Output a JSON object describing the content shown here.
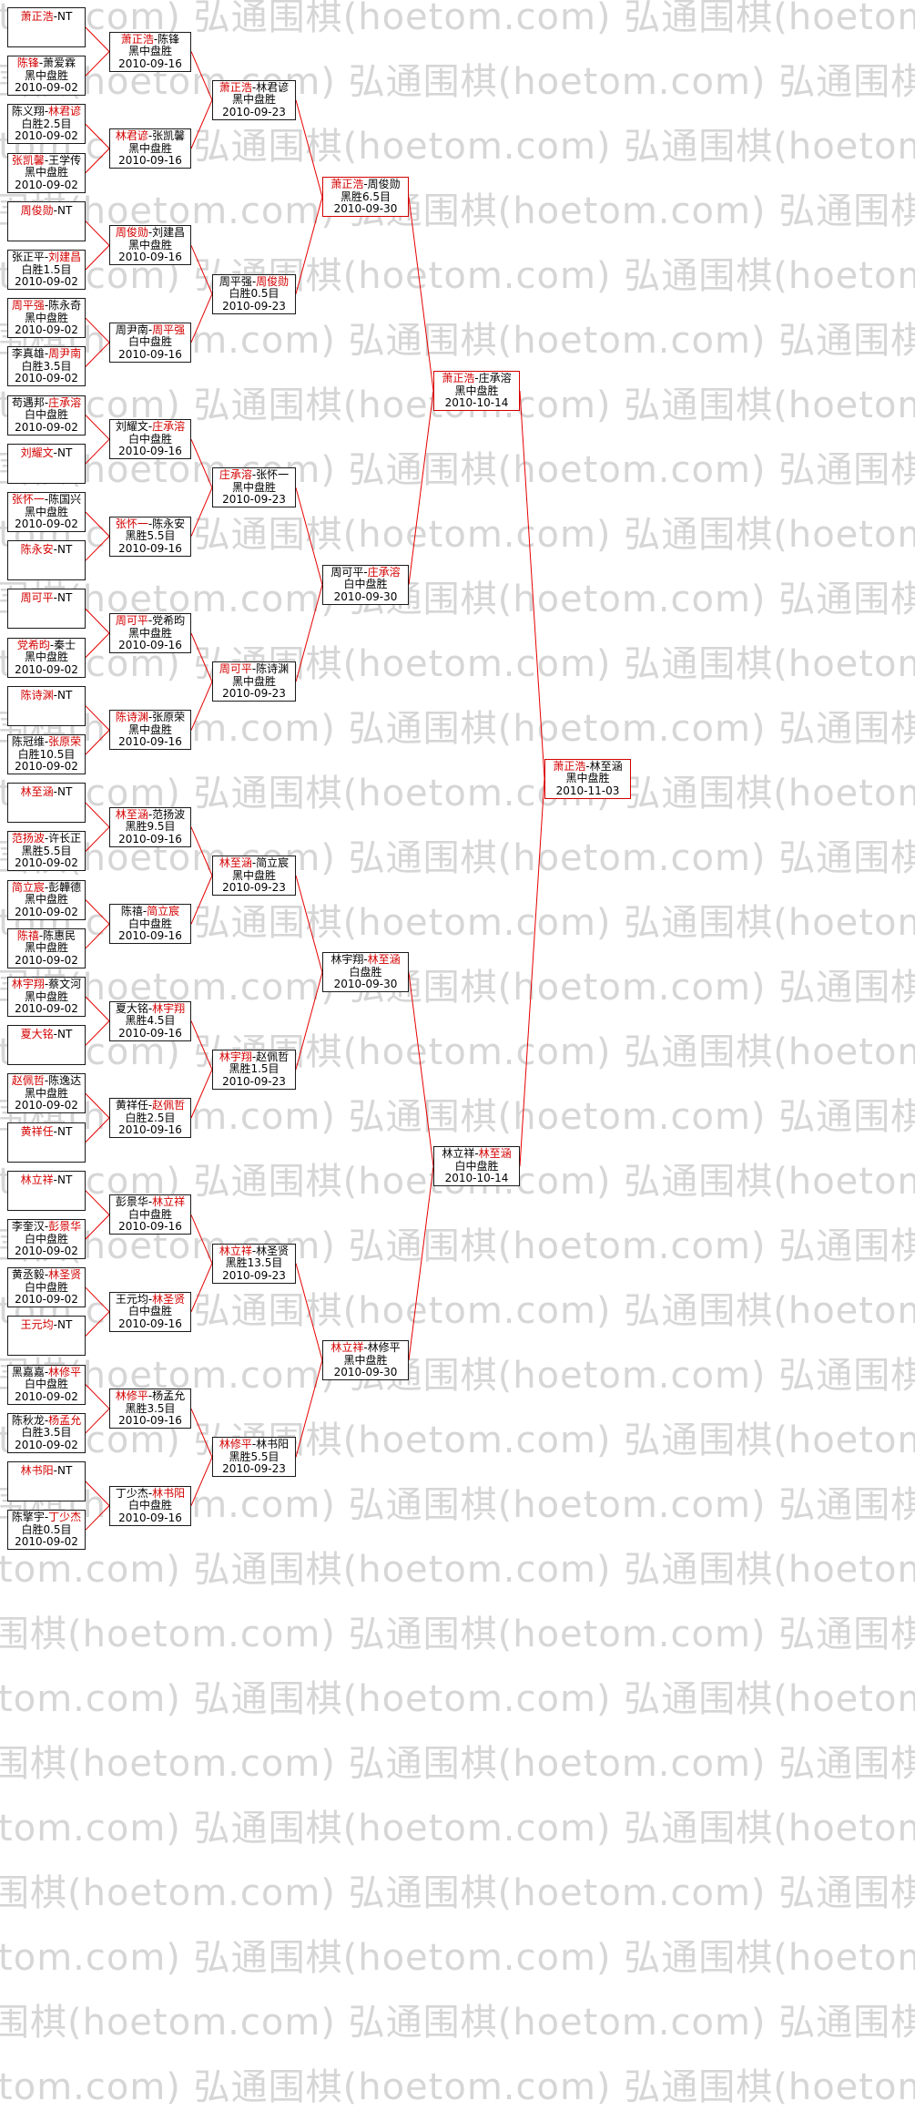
{
  "watermark": {
    "text": "弘通围棋(hoetom.com)",
    "color": "#d6d6d6"
  },
  "colors": {
    "background": "#ffffff",
    "line": "#e60000",
    "winner_name": "#d40000",
    "box_border": "#1a1a1a",
    "highlight_border": "#d40000",
    "text": "#000000"
  },
  "bye_label": "NT",
  "rounds": [
    {
      "date": "2010-09-02",
      "matches": [
        {
          "a": "萧正浩",
          "b": "NT",
          "win": "a",
          "result": "",
          "bye": true
        },
        {
          "a": "陈锋",
          "b": "萧爱霖",
          "win": "a",
          "result": "黑中盘胜"
        },
        {
          "a": "陈义翔",
          "b": "林君谚",
          "win": "b",
          "result": "白胜2.5目"
        },
        {
          "a": "张凯馨",
          "b": "王学传",
          "win": "a",
          "result": "黑中盘胜"
        },
        {
          "a": "周俊勋",
          "b": "NT",
          "win": "a",
          "result": "",
          "bye": true
        },
        {
          "a": "张正平",
          "b": "刘建昌",
          "win": "b",
          "result": "白胜1.5目"
        },
        {
          "a": "周平强",
          "b": "陈永奇",
          "win": "a",
          "result": "黑中盘胜"
        },
        {
          "a": "李真雄",
          "b": "周尹南",
          "win": "b",
          "result": "白胜3.5目"
        },
        {
          "a": "苟遇邦",
          "b": "庄承溶",
          "win": "b",
          "result": "白中盘胜"
        },
        {
          "a": "刘耀文",
          "b": "NT",
          "win": "a",
          "result": "",
          "bye": true
        },
        {
          "a": "张怀一",
          "b": "陈国兴",
          "win": "a",
          "result": "黑中盘胜"
        },
        {
          "a": "陈永安",
          "b": "NT",
          "win": "a",
          "result": "",
          "bye": true
        },
        {
          "a": "周可平",
          "b": "NT",
          "win": "a",
          "result": "",
          "bye": true
        },
        {
          "a": "党希昀",
          "b": "秦士",
          "win": "a",
          "result": "黑中盘胜"
        },
        {
          "a": "陈诗渊",
          "b": "NT",
          "win": "a",
          "result": "",
          "bye": true
        },
        {
          "a": "陈冠维",
          "b": "张原荣",
          "win": "b",
          "result": "白胜10.5目"
        },
        {
          "a": "林至涵",
          "b": "NT",
          "win": "a",
          "result": "",
          "bye": true
        },
        {
          "a": "范扬波",
          "b": "许长正",
          "win": "a",
          "result": "黑胜5.5目"
        },
        {
          "a": "简立宸",
          "b": "彭韡德",
          "win": "a",
          "result": "黑中盘胜"
        },
        {
          "a": "陈禧",
          "b": "陈惠民",
          "win": "a",
          "result": "黑中盘胜"
        },
        {
          "a": "林宇翔",
          "b": "蔡文河",
          "win": "a",
          "result": "黑中盘胜"
        },
        {
          "a": "夏大铭",
          "b": "NT",
          "win": "a",
          "result": "",
          "bye": true
        },
        {
          "a": "赵佩哲",
          "b": "陈逸达",
          "win": "a",
          "result": "黑中盘胜"
        },
        {
          "a": "黄祥任",
          "b": "NT",
          "win": "a",
          "result": "",
          "bye": true
        },
        {
          "a": "林立祥",
          "b": "NT",
          "win": "a",
          "result": "",
          "bye": true
        },
        {
          "a": "李奎汉",
          "b": "彭景华",
          "win": "b",
          "result": "白中盘胜"
        },
        {
          "a": "黄丞毅",
          "b": "林圣贤",
          "win": "b",
          "result": "白中盘胜"
        },
        {
          "a": "王元均",
          "b": "NT",
          "win": "a",
          "result": "",
          "bye": true
        },
        {
          "a": "黑嘉嘉",
          "b": "林修平",
          "win": "b",
          "result": "白中盘胜"
        },
        {
          "a": "陈秋龙",
          "b": "杨孟允",
          "win": "b",
          "result": "白胜3.5目"
        },
        {
          "a": "林书阳",
          "b": "NT",
          "win": "a",
          "result": "",
          "bye": true
        },
        {
          "a": "陈擎宇",
          "b": "丁少杰",
          "win": "b",
          "result": "白胜0.5目"
        }
      ]
    },
    {
      "date": "2010-09-16",
      "matches": [
        {
          "a": "萧正浩",
          "b": "陈锋",
          "win": "a",
          "result": "黑中盘胜"
        },
        {
          "a": "林君谚",
          "b": "张凯馨",
          "win": "a",
          "result": "黑中盘胜"
        },
        {
          "a": "周俊勋",
          "b": "刘建昌",
          "win": "a",
          "result": "黑中盘胜"
        },
        {
          "a": "周尹南",
          "b": "周平强",
          "win": "b",
          "result": "白中盘胜"
        },
        {
          "a": "刘耀文",
          "b": "庄承溶",
          "win": "b",
          "result": "白中盘胜"
        },
        {
          "a": "张怀一",
          "b": "陈永安",
          "win": "a",
          "result": "黑胜5.5目"
        },
        {
          "a": "周可平",
          "b": "党希昀",
          "win": "a",
          "result": "黑中盘胜"
        },
        {
          "a": "陈诗渊",
          "b": "张原荣",
          "win": "a",
          "result": "黑中盘胜"
        },
        {
          "a": "林至涵",
          "b": "范扬波",
          "win": "a",
          "result": "黑胜9.5目"
        },
        {
          "a": "陈禧",
          "b": "简立宸",
          "win": "b",
          "result": "白中盘胜"
        },
        {
          "a": "夏大铭",
          "b": "林宇翔",
          "win": "b",
          "result": "黑胜4.5目"
        },
        {
          "a": "黄祥任",
          "b": "赵佩哲",
          "win": "b",
          "result": "白胜2.5目"
        },
        {
          "a": "彭景华",
          "b": "林立祥",
          "win": "b",
          "result": "白中盘胜"
        },
        {
          "a": "王元均",
          "b": "林圣贤",
          "win": "b",
          "result": "白中盘胜"
        },
        {
          "a": "林修平",
          "b": "杨孟允",
          "win": "a",
          "result": "黑胜3.5目"
        },
        {
          "a": "丁少杰",
          "b": "林书阳",
          "win": "b",
          "result": "白中盘胜"
        }
      ]
    },
    {
      "date": "2010-09-23",
      "matches": [
        {
          "a": "萧正浩",
          "b": "林君谚",
          "win": "a",
          "result": "黑中盘胜"
        },
        {
          "a": "周平强",
          "b": "周俊勋",
          "win": "b",
          "result": "白胜0.5目"
        },
        {
          "a": "庄承溶",
          "b": "张怀一",
          "win": "a",
          "result": "黑中盘胜"
        },
        {
          "a": "周可平",
          "b": "陈诗渊",
          "win": "a",
          "result": "黑中盘胜"
        },
        {
          "a": "林至涵",
          "b": "简立宸",
          "win": "a",
          "result": "黑中盘胜"
        },
        {
          "a": "林宇翔",
          "b": "赵佩哲",
          "win": "a",
          "result": "黑胜1.5目"
        },
        {
          "a": "林立祥",
          "b": "林圣贤",
          "win": "a",
          "result": "黑胜13.5目"
        },
        {
          "a": "林修平",
          "b": "林书阳",
          "win": "a",
          "result": "黑胜5.5目"
        }
      ]
    },
    {
      "date": "2010-09-30",
      "matches": [
        {
          "a": "萧正浩",
          "b": "周俊勋",
          "win": "a",
          "result": "黑胜6.5目",
          "hl": true
        },
        {
          "a": "周可平",
          "b": "庄承溶",
          "win": "b",
          "result": "白中盘胜"
        },
        {
          "a": "林宇翔",
          "b": "林至涵",
          "win": "b",
          "result": "白盘胜"
        },
        {
          "a": "林立祥",
          "b": "林修平",
          "win": "a",
          "result": "黑中盘胜"
        }
      ]
    },
    {
      "date": "2010-10-14",
      "matches": [
        {
          "a": "萧正浩",
          "b": "庄承溶",
          "win": "a",
          "result": "黑中盘胜",
          "hl": true
        },
        {
          "a": "林立祥",
          "b": "林至涵",
          "win": "b",
          "result": "白中盘胜"
        }
      ]
    },
    {
      "date": "2010-11-03",
      "matches": [
        {
          "a": "萧正浩",
          "b": "林至涵",
          "win": "a",
          "result": "黑中盘胜",
          "hl": true
        }
      ]
    }
  ]
}
